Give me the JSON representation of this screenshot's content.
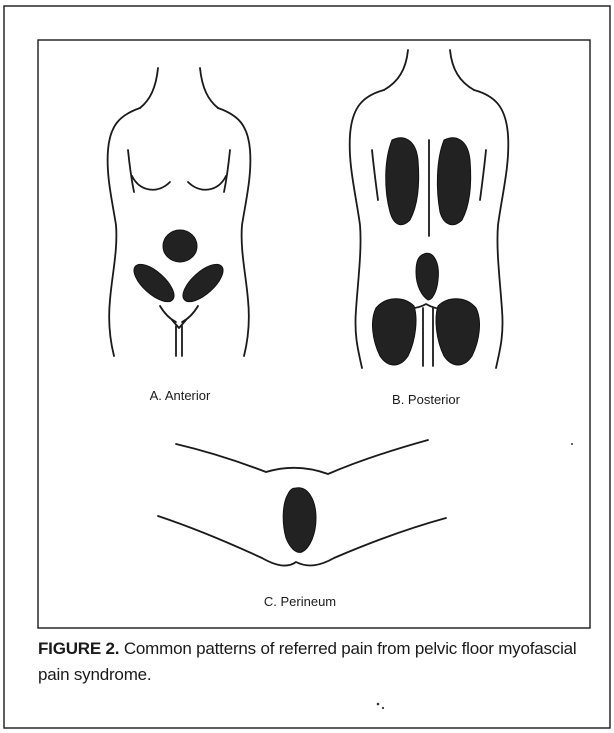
{
  "figure": {
    "panels": {
      "anterior": {
        "label": "A. Anterior"
      },
      "posterior": {
        "label": "B. Posterior"
      },
      "perineum": {
        "label": "C. Perineum"
      }
    },
    "caption": {
      "number": "FIGURE 2.",
      "text": " Common patterns of referred pain from pelvic floor myofascial pain syndrome."
    },
    "colors": {
      "ink": "#1a1a1a",
      "pain_region": "#222222",
      "background": "#ffffff"
    }
  }
}
